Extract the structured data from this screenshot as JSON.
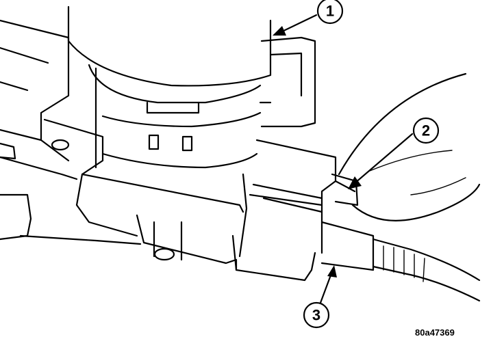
{
  "diagram": {
    "callouts": [
      {
        "id": "1",
        "label": "1"
      },
      {
        "id": "2",
        "label": "2"
      },
      {
        "id": "3",
        "label": "3"
      }
    ],
    "figure_code": "80a47369"
  }
}
